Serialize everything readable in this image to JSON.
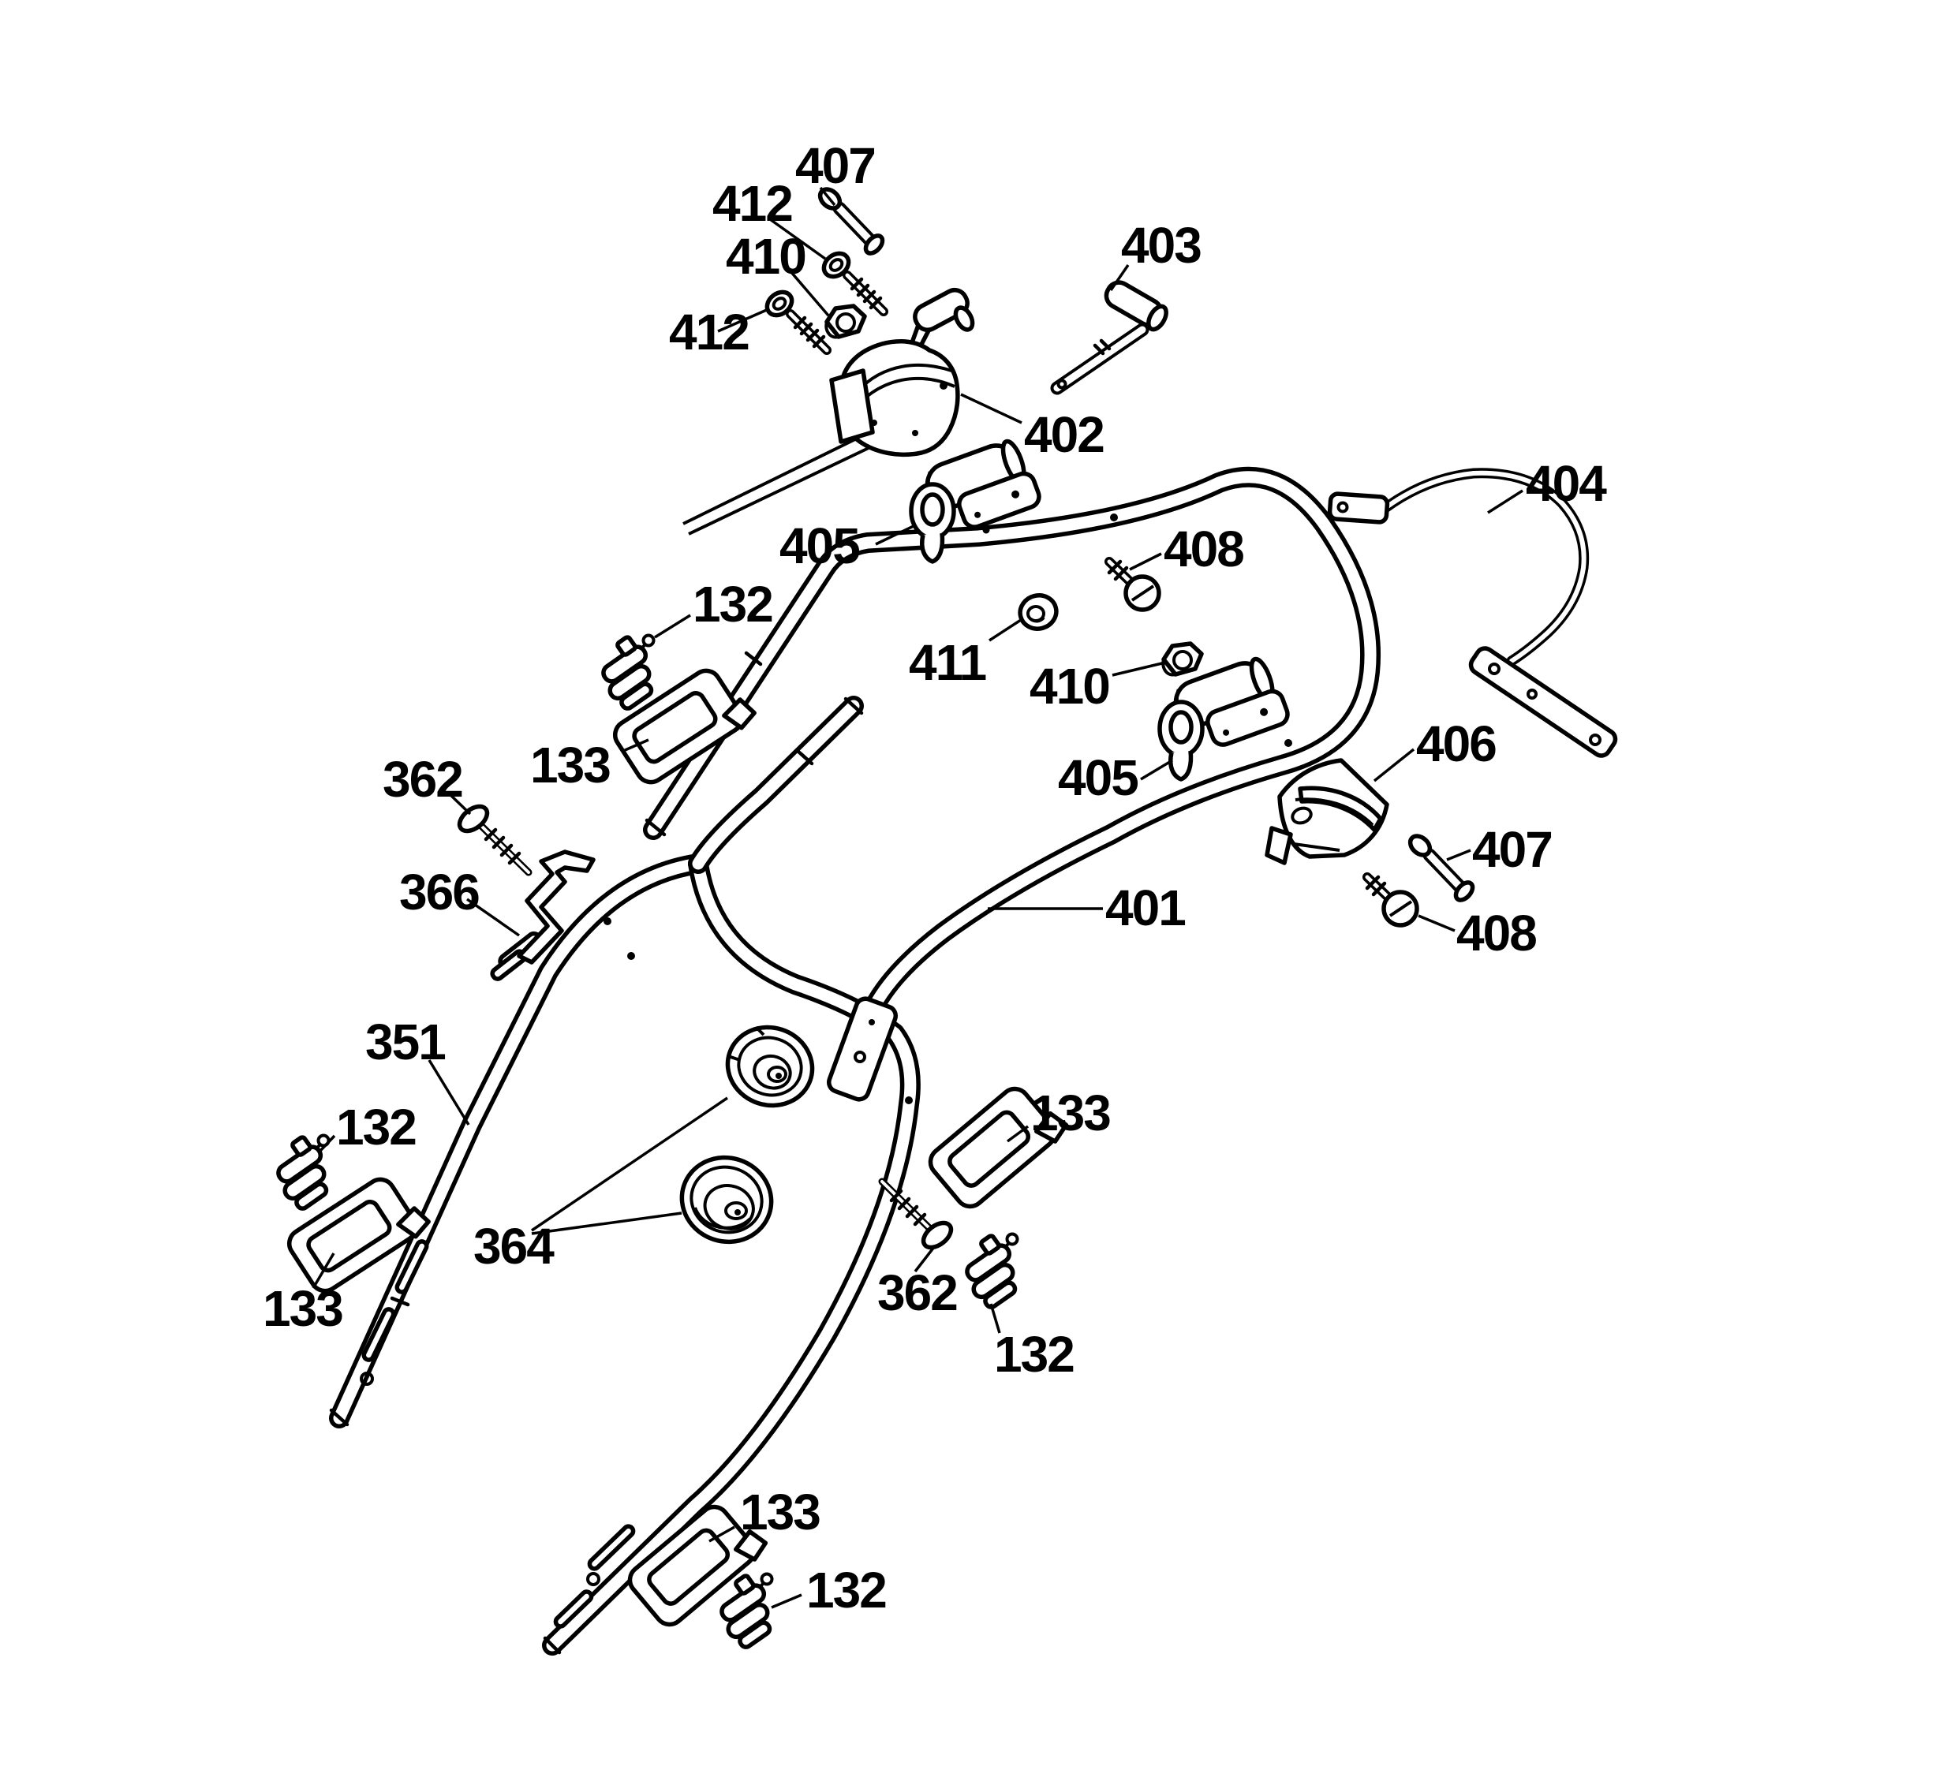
{
  "figure": {
    "kind": "exploded-parts-diagram",
    "background_color": "#ffffff",
    "line_color": "#000000",
    "labels": [
      {
        "id": "407-top",
        "text": "407"
      },
      {
        "id": "412-upper",
        "text": "412"
      },
      {
        "id": "410-upper",
        "text": "410"
      },
      {
        "id": "412-lower",
        "text": "412"
      },
      {
        "id": "403",
        "text": "403"
      },
      {
        "id": "402",
        "text": "402"
      },
      {
        "id": "405-left",
        "text": "405"
      },
      {
        "id": "408-upper",
        "text": "408"
      },
      {
        "id": "411",
        "text": "411"
      },
      {
        "id": "410-right",
        "text": "410"
      },
      {
        "id": "405-right",
        "text": "405"
      },
      {
        "id": "404",
        "text": "404"
      },
      {
        "id": "406",
        "text": "406"
      },
      {
        "id": "407-right",
        "text": "407"
      },
      {
        "id": "408-right",
        "text": "408"
      },
      {
        "id": "401",
        "text": "401"
      },
      {
        "id": "132-upper",
        "text": "132"
      },
      {
        "id": "133-upper",
        "text": "133"
      },
      {
        "id": "362-left",
        "text": "362"
      },
      {
        "id": "366",
        "text": "366"
      },
      {
        "id": "351",
        "text": "351"
      },
      {
        "id": "132-left",
        "text": "132"
      },
      {
        "id": "133-left",
        "text": "133"
      },
      {
        "id": "364",
        "text": "364"
      },
      {
        "id": "133-right",
        "text": "133"
      },
      {
        "id": "362-right",
        "text": "362"
      },
      {
        "id": "132-right",
        "text": "132"
      },
      {
        "id": "133-bottom",
        "text": "133"
      },
      {
        "id": "132-bottom",
        "text": "132"
      }
    ]
  }
}
